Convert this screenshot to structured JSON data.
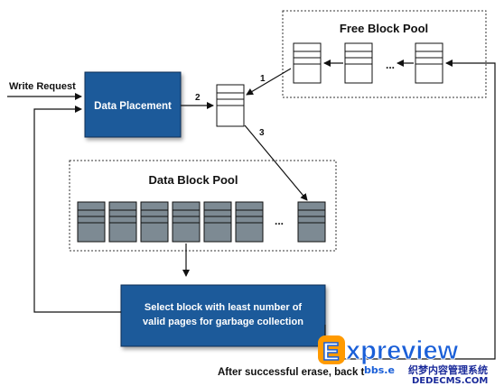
{
  "labels": {
    "write_request": "Write Request",
    "data_placement": "Data Placement",
    "free_block_pool": "Free Block Pool",
    "data_block_pool": "Data Block Pool",
    "gc_line1": "Select block with least number of",
    "gc_line2": "valid pages for garbage collection",
    "after_erase": "After successful erase, back t",
    "step1": "1",
    "step2": "2",
    "step3": "3",
    "ellipsis": "..."
  },
  "watermark": {
    "brand_letter": "E",
    "brand_rest": "xpreview",
    "chinese": "织梦内容管理系统",
    "url_left": "bbs.e",
    "url_right": "DEDECMS.COM"
  },
  "colors": {
    "blue_box": "#1c5a9a",
    "pool_block": "#7d8a93",
    "watermark_blue": "#1a5fd8",
    "watermark_orange": "#ff9a00"
  }
}
